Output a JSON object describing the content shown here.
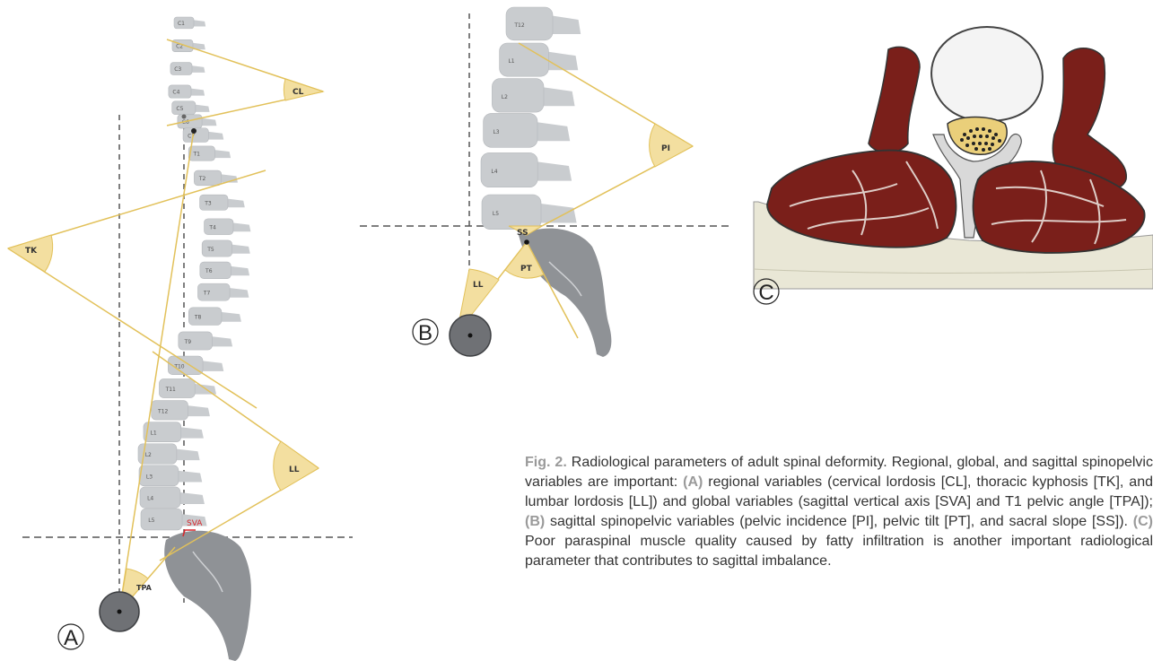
{
  "figure": {
    "panel_labels": [
      "A",
      "B",
      "C"
    ],
    "vertebrae_full": [
      "C1",
      "C2",
      "C3",
      "C4",
      "C5",
      "C6",
      "C7",
      "T1",
      "T2",
      "T3",
      "T4",
      "T5",
      "T6",
      "T7",
      "T8",
      "T9",
      "T10",
      "T11",
      "T12",
      "L1",
      "L2",
      "L3",
      "L4",
      "L5"
    ],
    "vertebrae_lumbar": [
      "T12",
      "L1",
      "L2",
      "L3",
      "L4",
      "L5"
    ],
    "angle_labels_a": [
      "CL",
      "TK",
      "LL",
      "TPA"
    ],
    "svaLabel": "SVA",
    "angle_labels_b": [
      "LL",
      "SS",
      "PI",
      "PT"
    ],
    "colors": {
      "bone": "#c9cccf",
      "sacrum": "#8f9296",
      "angleLine": "#e2c15a",
      "angleFill": "#f3dfa0",
      "muscle": "#7a1f1a",
      "fat": "#f1efe6",
      "sva": "#d7262b"
    }
  },
  "caption": {
    "fig_label": "Fig. 2.",
    "t1": " Radiological parameters of adult spinal deformity. Regional, global, and sagittal spinopelvic variables are important: ",
    "a": "(A)",
    "t2": " regional variables (cervical lordosis [CL], thoracic kyphosis [TK], and lumbar lordosis [LL]) and global variables (sagittal vertical axis [SVA] and T1 pelvic angle [TPA]); ",
    "b": "(B)",
    "t3": " sagittal spinopelvic variables (pelvic incidence [PI], pelvic tilt [PT], and sacral slope [SS]). ",
    "c": "(C)",
    "t4": " Poor paraspinal muscle quality caused by fatty infiltration is another important radiological parameter that contributes to sagittal imbalance."
  }
}
